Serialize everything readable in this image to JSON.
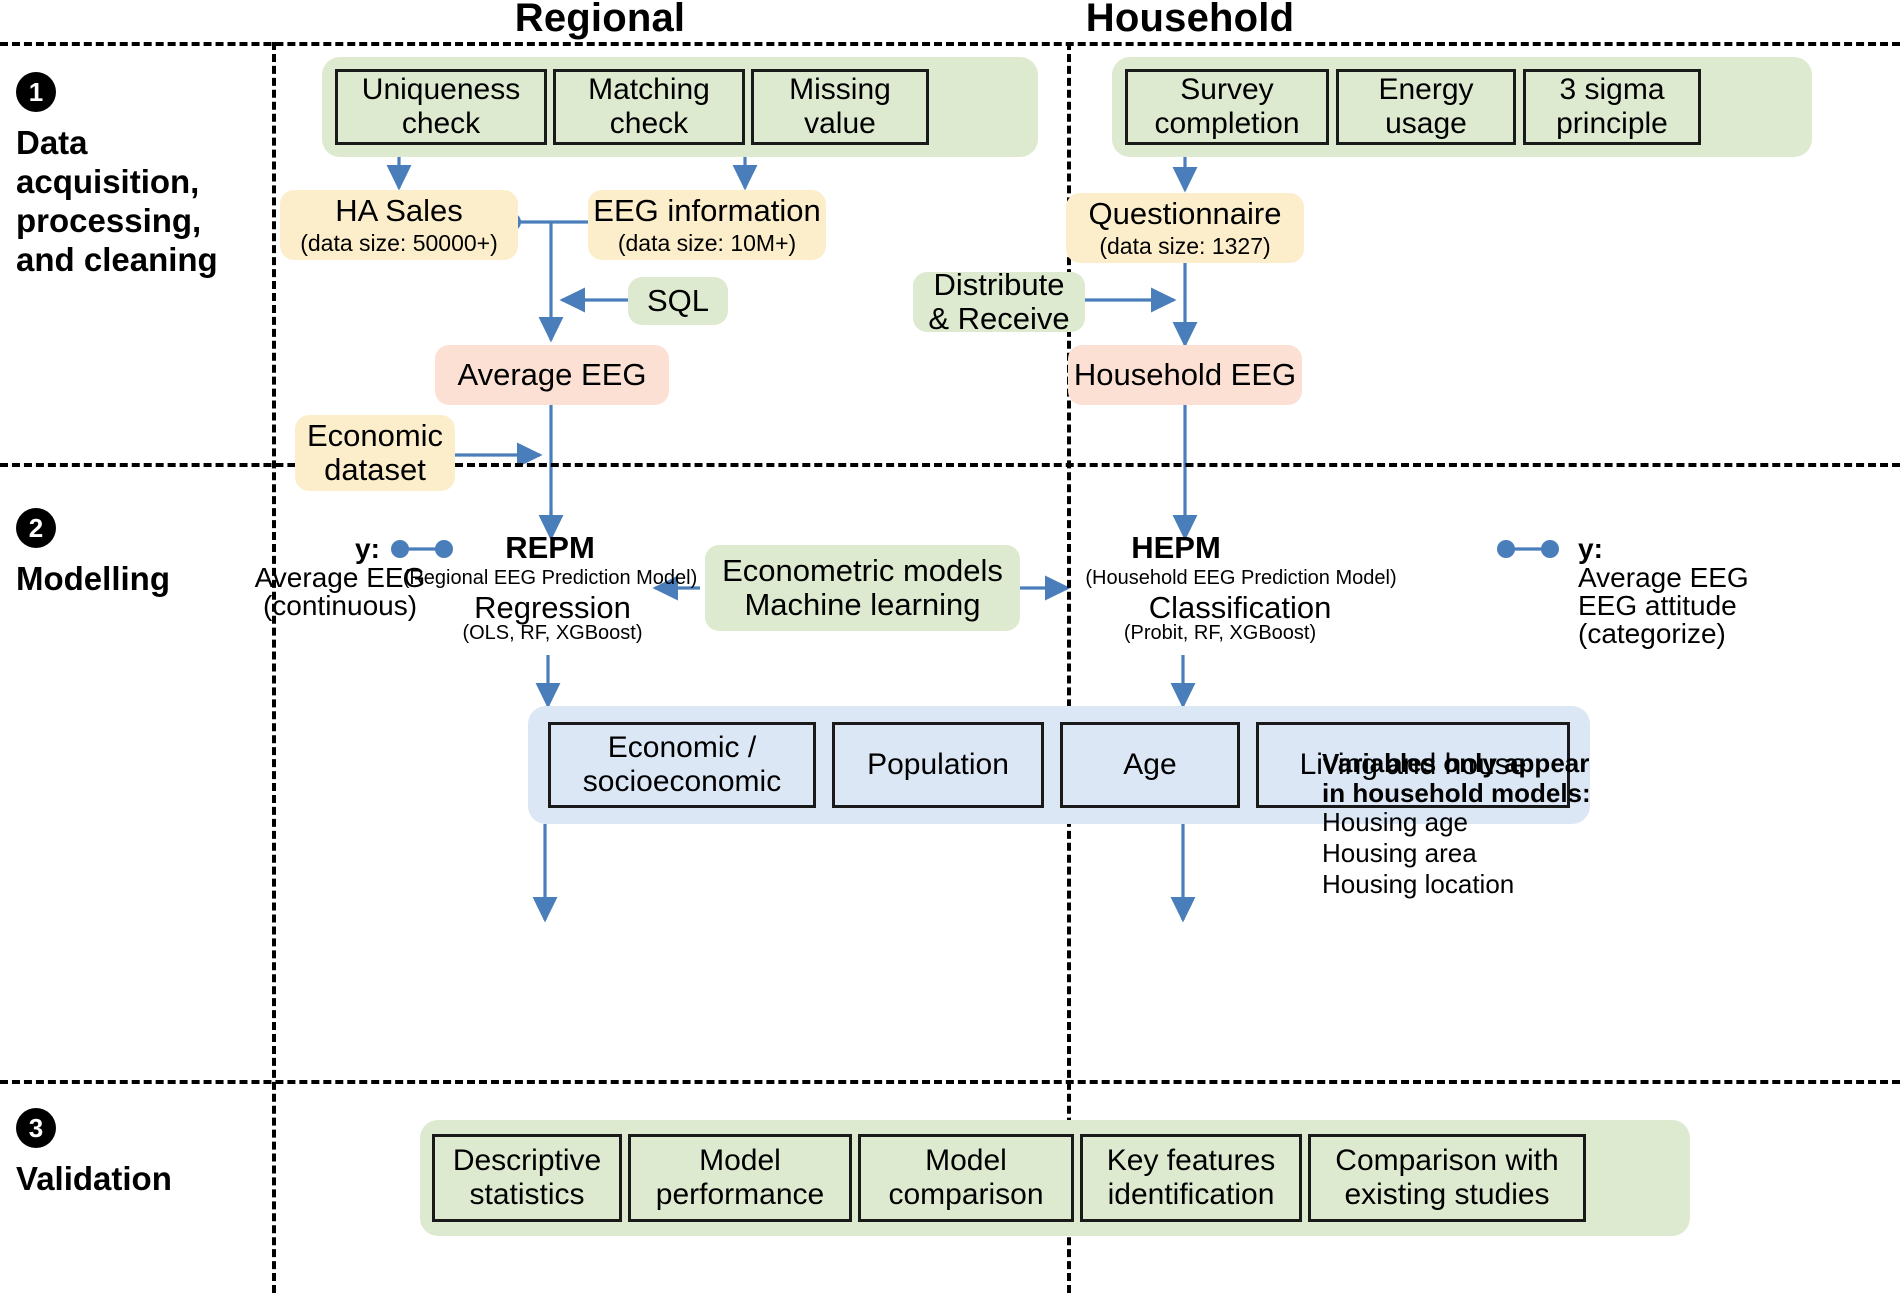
{
  "columns": {
    "left": "Regional",
    "right": "Household"
  },
  "stages": [
    {
      "number": "1",
      "title": "Data\nacquisition,\nprocessing,\nand cleaning"
    },
    {
      "number": "2",
      "title": "Modelling"
    },
    {
      "number": "3",
      "title": "Validation"
    }
  ],
  "stage1": {
    "regional": {
      "checks": [
        {
          "label": "Uniqueness\ncheck"
        },
        {
          "label": "Matching\ncheck"
        },
        {
          "label": "Missing\nvalue"
        }
      ],
      "sources": [
        {
          "title": "HA Sales",
          "sub": "(data size: 50000+)"
        },
        {
          "title": "EEG information",
          "sub": "(data size: 10M+)"
        }
      ],
      "tool": "SQL",
      "output": "Average EEG"
    },
    "household": {
      "checks": [
        {
          "label": "Survey\ncompletion"
        },
        {
          "label": "Energy\nusage"
        },
        {
          "label": "3 sigma\nprinciple"
        }
      ],
      "sources": [
        {
          "title": "Questionnaire",
          "sub": "(data size: 1327)"
        }
      ],
      "tool": "Distribute\n& Receive",
      "output": "Household EEG"
    },
    "economic_dataset": "Economic\ndataset"
  },
  "stage2": {
    "regional_target": {
      "key": "y:",
      "lines": [
        "Average EEG",
        "(continuous)"
      ]
    },
    "regional_model": {
      "acronym": "REPM",
      "expansion": "(Regional EEG Prediction Model)",
      "task": "Regression",
      "methods": "(OLS, RF, XGBoost)"
    },
    "center_box": "Econometric models\nMachine learning",
    "household_model": {
      "acronym": "HEPM",
      "expansion": "(Household EEG Prediction Model)",
      "task": "Classification",
      "methods": "(Probit, RF, XGBoost)"
    },
    "household_target": {
      "key": "y:",
      "lines": [
        "Average EEG",
        "EEG attitude",
        "(categorize)"
      ]
    },
    "variables": [
      {
        "label": "Economic /\nsocioeconomic"
      },
      {
        "label": "Population"
      },
      {
        "label": "Age"
      },
      {
        "label": "Living and house"
      }
    ],
    "household_only_note": {
      "heading": "Variables only appear\nin household models:",
      "items": [
        "Housing age",
        "Housing area",
        "Housing location"
      ]
    }
  },
  "stage3": {
    "items": [
      {
        "label": "Descriptive\nstatistics"
      },
      {
        "label": "Model\nperformance"
      },
      {
        "label": "Model\ncomparison"
      },
      {
        "label": "Key features\nidentification"
      },
      {
        "label": "Comparison with\nexisting studies"
      }
    ]
  },
  "colors": {
    "green_band": "#ddeacf",
    "blue_band": "#dbe7f5",
    "yellow_chip": "#fdeecb",
    "pink_chip": "#fbe0d3",
    "arrow": "#4a7ebb",
    "outline": "#1a1a1a",
    "separator": "#000000"
  }
}
